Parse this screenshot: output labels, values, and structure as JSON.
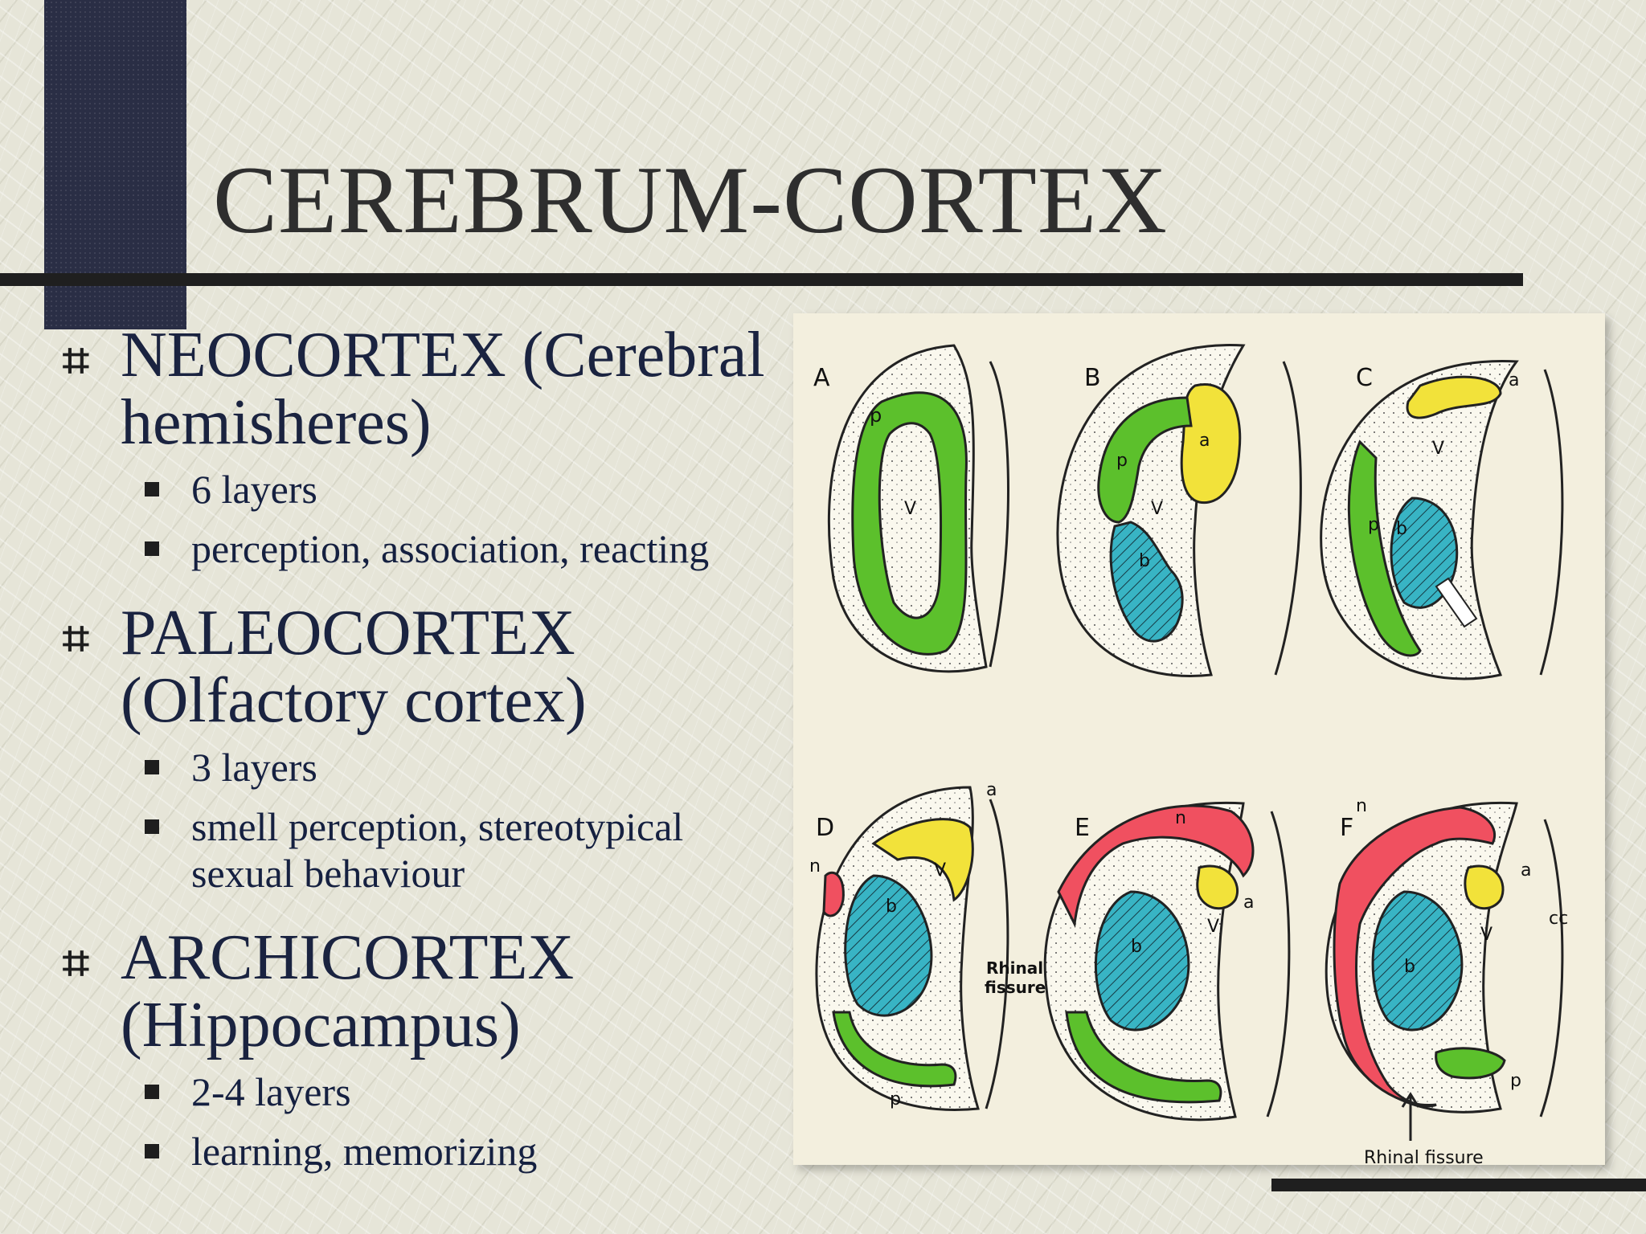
{
  "slide": {
    "title": "CEREBRUM-CORTEX",
    "bullet_glyph": "⌗",
    "sections": [
      {
        "heading_line1": "NEOCORTEX (Cerebral",
        "heading_line2": "hemisheres)",
        "items": [
          "6 layers",
          "perception, association, reacting"
        ]
      },
      {
        "heading_line1": "PALEOCORTEX",
        "heading_line2": "(Olfactory cortex)",
        "items": [
          "3 layers",
          "smell perception, stereotypical",
          "sexual behaviour"
        ]
      },
      {
        "heading_line1": "ARCHICORTEX",
        "heading_line2": "(Hippocampus)",
        "items": [
          "2-4 layers",
          "learning, memorizing"
        ]
      }
    ]
  },
  "figure": {
    "panels": [
      "A",
      "B",
      "C",
      "D",
      "E",
      "F"
    ],
    "labels": {
      "p": "p",
      "v": "V",
      "a": "a",
      "b": "b",
      "n": "n",
      "cc": "cc",
      "rhinal_1": "Rhinal",
      "rhinal_2": "fissure",
      "rhinal_fissure": "Rhinal fissure"
    },
    "colors": {
      "paleocortex": "#5cc02c",
      "archicortex": "#f2e23a",
      "neocortex": "#f05060",
      "basal": "#38b4c4",
      "outline": "#222222"
    }
  }
}
